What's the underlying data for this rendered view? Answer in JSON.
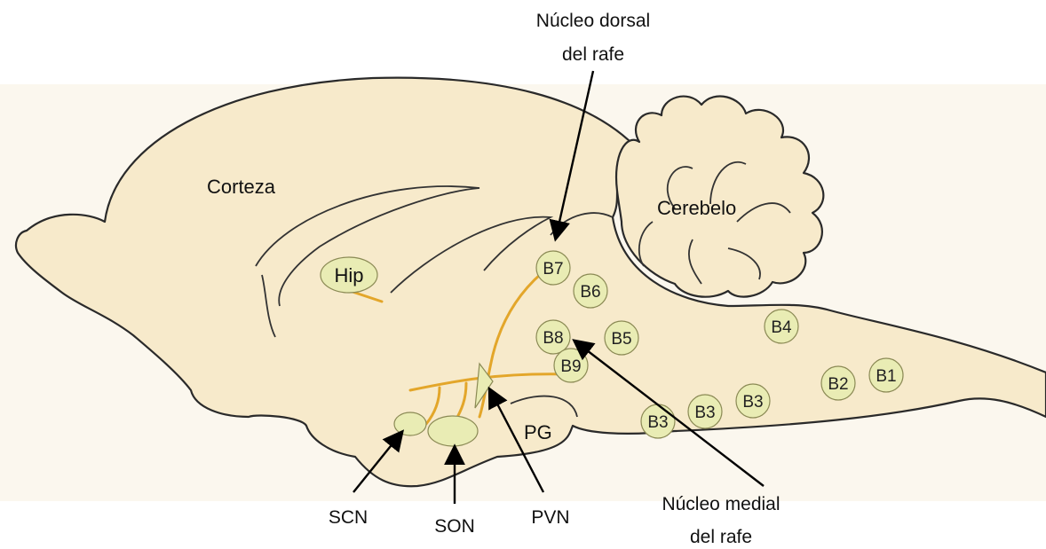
{
  "labels": {
    "dorsal_raphe": [
      "Núcleo dorsal",
      "del rafe"
    ],
    "medial_raphe": [
      "Núcleo medial",
      "del rafe"
    ],
    "cortex": "Corteza",
    "cerebellum": "Cerebelo",
    "hippocampus": "Hip",
    "pituitary": "PG",
    "scn": "SCN",
    "son": "SON",
    "pvn": "PVN"
  },
  "nuclei": {
    "b7": "B7",
    "b6": "B6",
    "b8": "B8",
    "b5": "B5",
    "b9": "B9",
    "b4": "B4",
    "b2": "B2",
    "b1": "B1",
    "b3a": "B3",
    "b3b": "B3",
    "b3c": "B3"
  },
  "colors": {
    "tissue": "#f7eacb",
    "nucleus_fill": "#e9ecb4",
    "fiber": "#e3a62a",
    "outline": "#2a2a2a"
  }
}
